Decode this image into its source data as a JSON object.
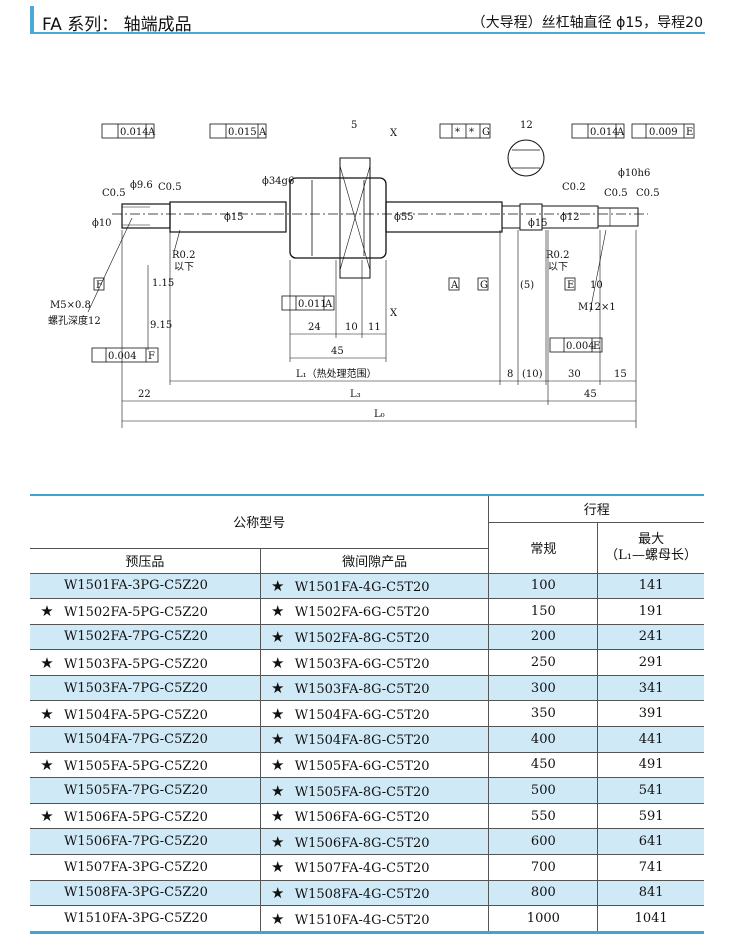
{
  "header": {
    "title": "FA 系列： 轴端成品",
    "subtitle": "（大导程）丝杠轴直径 ϕ15，导程20"
  },
  "drawing": {
    "frames": [
      "0.014",
      "A",
      "0.015",
      "A",
      "*",
      "*",
      "G",
      "0.014",
      "A",
      "0.009",
      "E",
      "0.011",
      "A",
      "0.004",
      "F",
      "0.004",
      "E"
    ],
    "labels": {
      "c05a": "C0.5",
      "c05b": "C0.5",
      "c02": "C0.2",
      "c05c": "C0.5",
      "c05d": "C0.5",
      "phi96": "ϕ9.6",
      "phi10": "ϕ10",
      "phi15a": "ϕ15",
      "phi34": "ϕ34g6",
      "phi55": "ϕ55",
      "phi15b": "ϕ15",
      "phi12": "ϕ12",
      "phi10h6": "ϕ10h6",
      "dim12": "12",
      "r02a": "R0.2",
      "below1": "以下",
      "r02b": "R0.2",
      "below2": "以下",
      "d115": "1.15",
      "d915": "9.15",
      "m5": "M5×0.8",
      "m5depth": "螺孔深度12",
      "m12": "M12×1",
      "d5top": "5",
      "d5b": "(5)",
      "d10": "10",
      "d24": "24",
      "d10b": "10",
      "d11": "11",
      "d45": "45",
      "d8": "8",
      "d10c": "(10)",
      "d30": "30",
      "d15": "15",
      "d22": "22",
      "d45b": "45",
      "L1": "L₁（热处理范围）",
      "L3": "L₃",
      "L0": "L₀",
      "A": "A",
      "G": "G",
      "E": "E",
      "F": "F",
      "X": "X",
      "Xb": "X"
    }
  },
  "table": {
    "head": {
      "nominal": "公称型号",
      "stroke": "行程",
      "preload": "预压品",
      "clearance": "微间隙产品",
      "normal": "常规",
      "max": "最大",
      "max_sub": "（L₁—螺母长）"
    },
    "star": "★",
    "rows": [
      {
        "s1": "",
        "m1": "W1501FA-3PG-C5Z20",
        "s2": "★",
        "m2": "W1501FA-4G-C5T20",
        "normal": "100",
        "max": "141"
      },
      {
        "s1": "★",
        "m1": "W1502FA-5PG-C5Z20",
        "s2": "★",
        "m2": "W1502FA-6G-C5T20",
        "normal": "150",
        "max": "191"
      },
      {
        "s1": "",
        "m1": "W1502FA-7PG-C5Z20",
        "s2": "★",
        "m2": "W1502FA-8G-C5T20",
        "normal": "200",
        "max": "241"
      },
      {
        "s1": "★",
        "m1": "W1503FA-5PG-C5Z20",
        "s2": "★",
        "m2": "W1503FA-6G-C5T20",
        "normal": "250",
        "max": "291"
      },
      {
        "s1": "",
        "m1": "W1503FA-7PG-C5Z20",
        "s2": "★",
        "m2": "W1503FA-8G-C5T20",
        "normal": "300",
        "max": "341"
      },
      {
        "s1": "★",
        "m1": "W1504FA-5PG-C5Z20",
        "s2": "★",
        "m2": "W1504FA-6G-C5T20",
        "normal": "350",
        "max": "391"
      },
      {
        "s1": "",
        "m1": "W1504FA-7PG-C5Z20",
        "s2": "★",
        "m2": "W1504FA-8G-C5T20",
        "normal": "400",
        "max": "441"
      },
      {
        "s1": "★",
        "m1": "W1505FA-5PG-C5Z20",
        "s2": "★",
        "m2": "W1505FA-6G-C5T20",
        "normal": "450",
        "max": "491"
      },
      {
        "s1": "",
        "m1": "W1505FA-7PG-C5Z20",
        "s2": "★",
        "m2": "W1505FA-8G-C5T20",
        "normal": "500",
        "max": "541"
      },
      {
        "s1": "★",
        "m1": "W1506FA-5PG-C5Z20",
        "s2": "★",
        "m2": "W1506FA-6G-C5T20",
        "normal": "550",
        "max": "591"
      },
      {
        "s1": "",
        "m1": "W1506FA-7PG-C5Z20",
        "s2": "★",
        "m2": "W1506FA-8G-C5T20",
        "normal": "600",
        "max": "641"
      },
      {
        "s1": "",
        "m1": "W1507FA-3PG-C5Z20",
        "s2": "★",
        "m2": "W1507FA-4G-C5T20",
        "normal": "700",
        "max": "741"
      },
      {
        "s1": "",
        "m1": "W1508FA-3PG-C5Z20",
        "s2": "★",
        "m2": "W1508FA-4G-C5T20",
        "normal": "800",
        "max": "841"
      },
      {
        "s1": "",
        "m1": "W1510FA-3PG-C5Z20",
        "s2": "★",
        "m2": "W1510FA-4G-C5T20",
        "normal": "1000",
        "max": "1041"
      }
    ]
  }
}
